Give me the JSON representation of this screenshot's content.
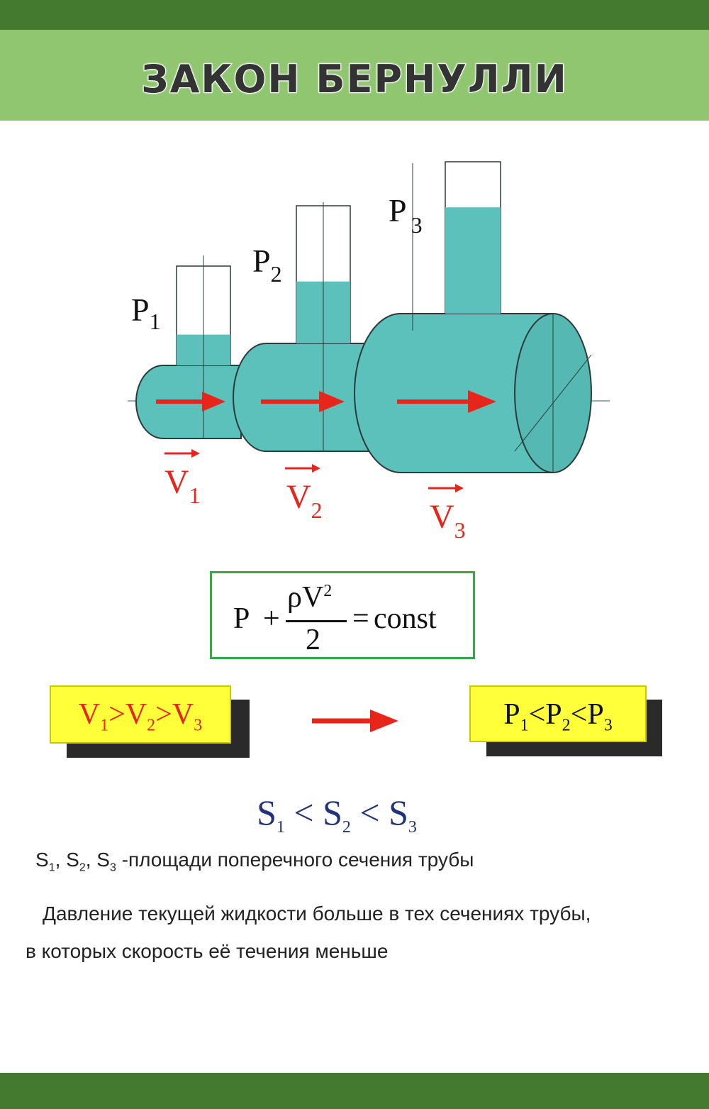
{
  "header": {
    "title": "ЗАКОН БЕРНУЛЛИ"
  },
  "diagram": {
    "pressure_labels": [
      "P",
      "P",
      "P"
    ],
    "pressure_subscripts": [
      "1",
      "2",
      "3"
    ],
    "velocity_labels": [
      "V",
      "V",
      "V"
    ],
    "velocity_subscripts": [
      "1",
      "2",
      "3"
    ],
    "water_level_fractions": [
      0.31,
      0.45,
      0.7
    ],
    "colors": {
      "fluid": "#5cc0bb",
      "arrow": "#e8251b",
      "outline": "#2b3b3a"
    }
  },
  "formula": {
    "p": "P",
    "plus": "+",
    "numerator": "ρV",
    "exponent": "2",
    "denominator": "2",
    "equals": "=",
    "const": "const"
  },
  "relations": {
    "velocity": {
      "parts": [
        "V",
        "1",
        ">V",
        "2",
        ">V",
        "3"
      ]
    },
    "pressure": {
      "parts": [
        "P",
        "1",
        "<P",
        "2",
        "<P",
        "3"
      ]
    },
    "area": {
      "parts": [
        "S",
        "1",
        " < S",
        "2",
        " < S",
        "3"
      ]
    }
  },
  "text": {
    "area_def_parts": [
      "S",
      "1",
      ", S",
      "2",
      ", S",
      "3",
      " -площади поперечного сечения трубы"
    ],
    "explanation_line1": "Давление текущей жидкости больше в тех сечениях трубы,",
    "explanation_line2": "в  которых скорость её течения меньше"
  }
}
